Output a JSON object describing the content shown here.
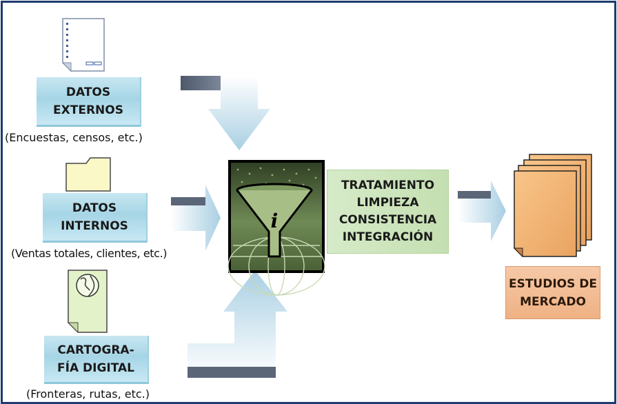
{
  "sources": [
    {
      "title_line1": "DATOS",
      "title_line2": "EXTERNOS",
      "caption": "(Encuestas, censos, etc.)",
      "icon": "document-icon"
    },
    {
      "title_line1": "DATOS",
      "title_line2": "INTERNOS",
      "caption": "(Ventas totales, clientes, etc.)",
      "icon": "folder-icon"
    },
    {
      "title_line1": "CARTOGRA-",
      "title_line2": "FÍA DIGITAL",
      "caption": "(Fronteras, rutas, etc.)",
      "icon": "globe-document-icon"
    }
  ],
  "processing": {
    "lines": [
      "TRATAMIENTO",
      "LIMPIEZA",
      "CONSISTENCIA",
      "INTEGRACIÓN"
    ],
    "icon": "filter-funnel-icon",
    "funnel_letter": "i"
  },
  "output": {
    "line1": "ESTUDIOS DE",
    "line2": "MERCADO",
    "icon": "document-stack-icon"
  },
  "colors": {
    "frame": "#1f3a6e",
    "blue_box": "#a6d5e6",
    "green_box": "#c4dfb1",
    "orange_box": "#efb184",
    "arrow_dark": "#5b6678",
    "arrow_light": "#cfe6f0"
  }
}
